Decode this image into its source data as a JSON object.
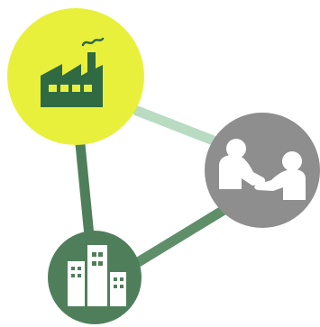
{
  "diagram": {
    "nodes": [
      {
        "id": "factory",
        "icon": "factory-icon",
        "color": "#e9f03b"
      },
      {
        "id": "partners",
        "icon": "handshake-icon",
        "color": "#8e8e8e"
      },
      {
        "id": "city",
        "icon": "buildings-icon",
        "color": "#4f7f5a"
      }
    ],
    "connections": [
      {
        "from": "factory",
        "to": "partners",
        "color": "#b8dbc2"
      },
      {
        "from": "factory",
        "to": "city",
        "color": "#4f7f5a"
      },
      {
        "from": "city",
        "to": "partners",
        "color": "#5f8f69"
      }
    ],
    "colors": {
      "background": "#ffffff",
      "icon_fill": "#ffffff",
      "factory_icon_fill": "#2f6a43"
    }
  }
}
